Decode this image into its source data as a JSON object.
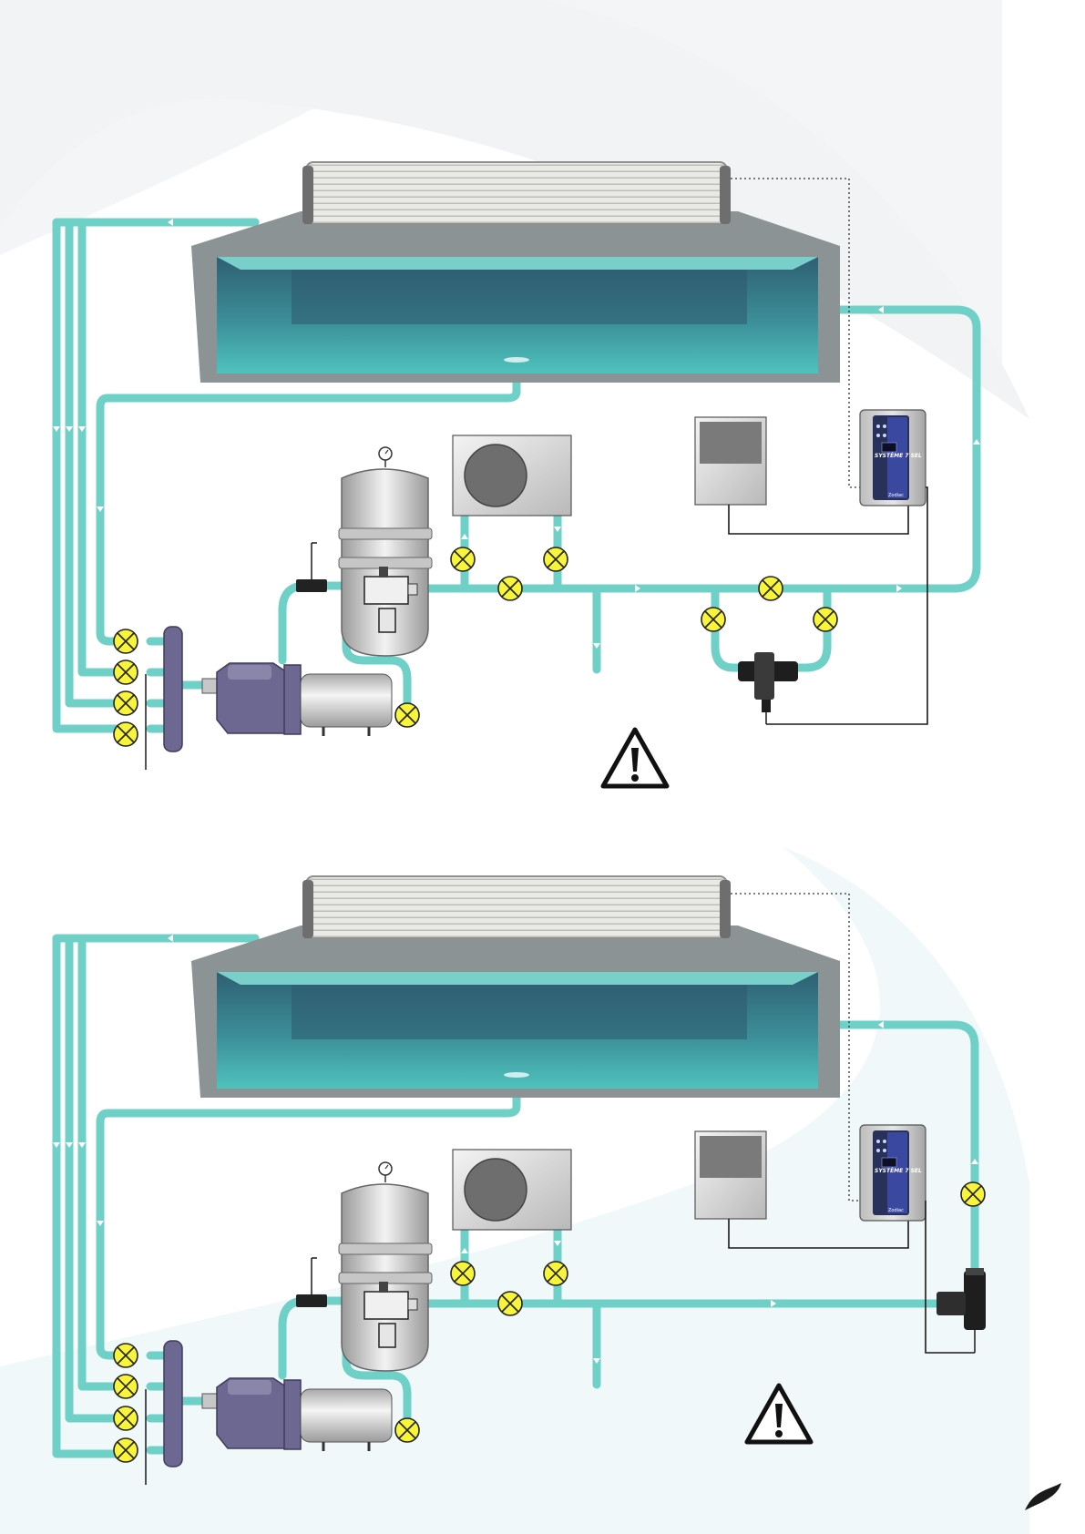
{
  "colors": {
    "water": "#6fd0c8",
    "valve_fill": "#f7f43a",
    "device_purple": "#6c6891",
    "panel_gray": "#9a9a9a"
  },
  "devices": {
    "electrolyser_label": "SYSTÈME 7 SEL",
    "electrolyser_brand": "Zodiac"
  },
  "icons": [
    "warning-icon",
    "valve-icon",
    "pressure-gauge-icon",
    "leaf-logo-icon"
  ],
  "diagrams": [
    {
      "name": "installation-diagram-1",
      "warning_symbol": true
    },
    {
      "name": "installation-diagram-2",
      "warning_symbol": true
    }
  ]
}
